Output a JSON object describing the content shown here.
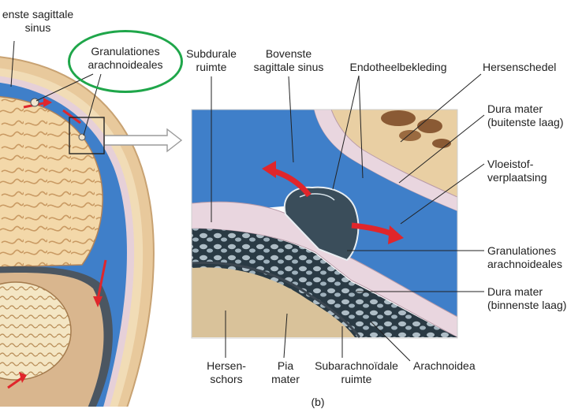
{
  "labels": {
    "sinus_left": [
      "enste sagittale",
      "sinus"
    ],
    "granulationes_left": [
      "Granulationes",
      "arachnoideales"
    ],
    "subdurale": [
      "Subdurale",
      "ruimte"
    ],
    "bovenste": [
      "Bovenste",
      "sagittale sinus"
    ],
    "endotheel": [
      "Endotheelbekleding"
    ],
    "hersenschedel": [
      "Hersenschedel"
    ],
    "dura_buiten": [
      "Dura mater",
      "(buitenste laag)"
    ],
    "vloeistof": [
      "Vloeistof-",
      "verplaatsing"
    ],
    "granulationes_right": [
      "Granulationes",
      "arachnoideales"
    ],
    "dura_binnen": [
      "Dura mater",
      "(binnenste laag)"
    ],
    "hersenschors": [
      "Hersen-",
      "schors"
    ],
    "pia": [
      "Pia",
      "mater"
    ],
    "subarachnoidale": [
      "Subarachnoïdale",
      "ruimte"
    ],
    "arachnoidea": [
      "Arachnoidea"
    ],
    "panel_letter": [
      "(b)"
    ]
  },
  "colors": {
    "highlight_oval": "#1fa64a",
    "csf_blue": "#3f7fc9",
    "dura": "#e9d6df",
    "brain": "#f2d7a8",
    "cortex": "#d9c29a",
    "arrow_red": "#e0262b"
  }
}
